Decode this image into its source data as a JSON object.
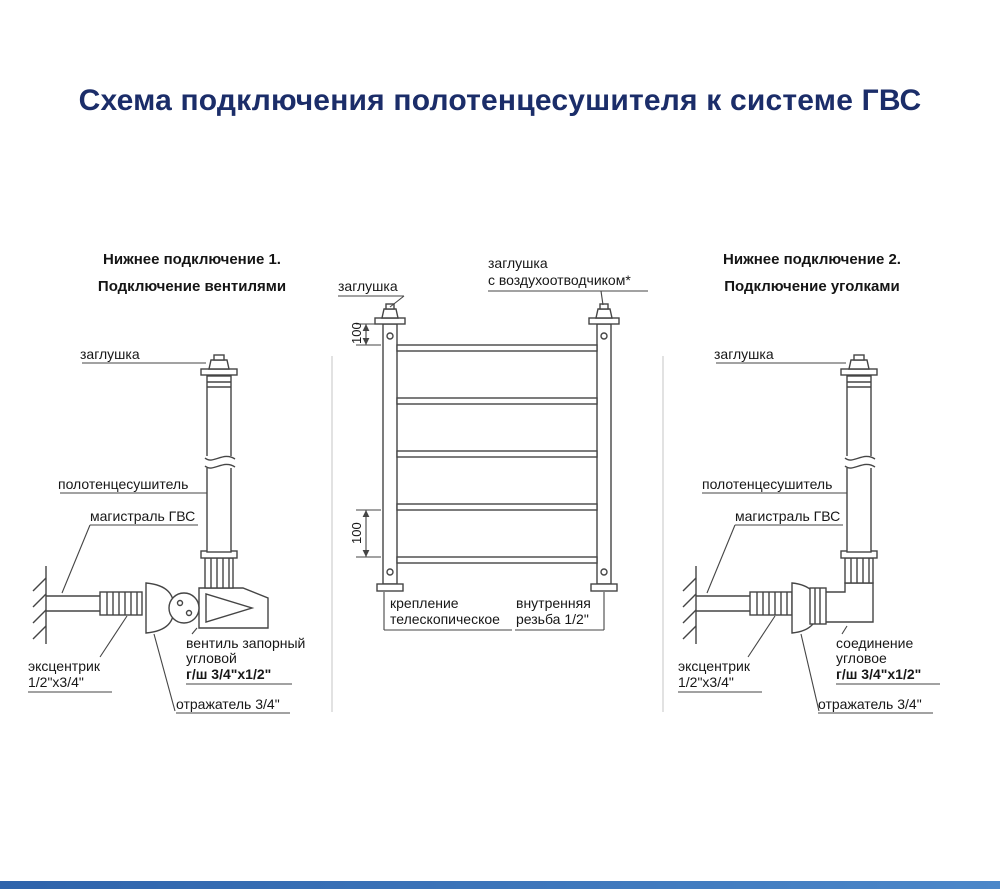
{
  "title": "Схема подключения полотенцесушителя к системе ГВС",
  "left": {
    "header1": "Нижнее подключение 1.",
    "header2": "Подключение вентилями",
    "plug": "заглушка",
    "towel_rail": "полотенцесушитель",
    "hws_main": "магистраль ГВС",
    "eccentric_line1": "эксцентрик",
    "eccentric_line2": "1/2\"х3/4\"",
    "fitting_line1": "вентиль запорный",
    "fitting_line2": "угловой",
    "fitting_line3": "г/ш 3/4\"х1/2\"",
    "reflector": "отражатель 3/4\""
  },
  "center": {
    "plug": "заглушка",
    "vent_plug_line1": "заглушка",
    "vent_plug_line2": "с воздухоотводчиком*",
    "dim_top": "100",
    "dim_bottom": "100",
    "mount_line1": "крепление",
    "mount_line2": "телескопическое",
    "thread_line1": "внутренняя",
    "thread_line2": "резьба 1/2\""
  },
  "right": {
    "header1": "Нижнее подключение 2.",
    "header2": "Подключение уголками",
    "plug": "заглушка",
    "towel_rail": "полотенцесушитель",
    "hws_main": "магистраль ГВС",
    "eccentric_line1": "эксцентрик",
    "eccentric_line2": "1/2\"х3/4\"",
    "fitting_line1": "соединение",
    "fitting_line2": "угловое",
    "fitting_line3": "г/ш 3/4\"х1/2\"",
    "reflector": "отражатель 3/4\""
  },
  "colors": {
    "title": "#1b2d69",
    "line": "#454545",
    "bar": "#3a74b8"
  }
}
